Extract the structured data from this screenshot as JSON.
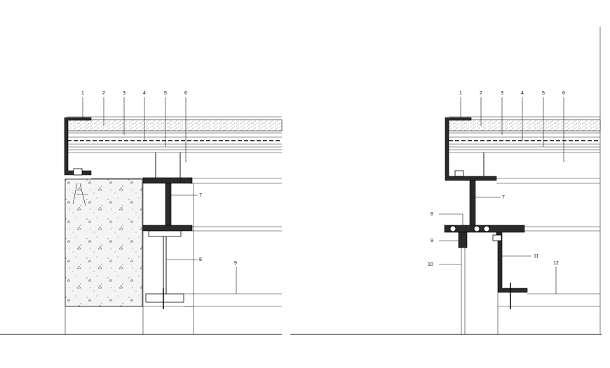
{
  "left_detail": {
    "labels_top": [
      "1",
      "2",
      "3",
      "4",
      "5",
      "6"
    ],
    "labels_side": [
      "7",
      "8",
      "9"
    ]
  },
  "right_detail": {
    "labels_top": [
      "1",
      "2",
      "3",
      "4",
      "5",
      "6"
    ],
    "labels_side": [
      "7",
      "8",
      "9",
      "10",
      "11",
      "12"
    ]
  },
  "colors": {
    "line": "#111111",
    "section_fill": "#2a2a2a",
    "concrete": "#f4f4f4"
  }
}
